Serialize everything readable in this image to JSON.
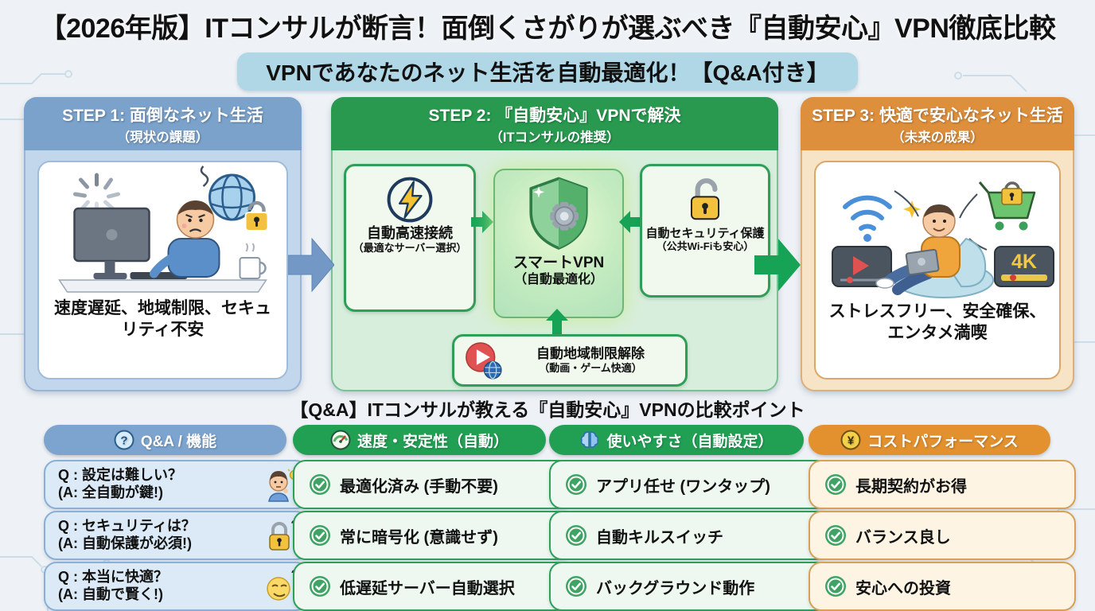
{
  "page": {
    "title": "【2026年版】ITコンサルが断言！面倒くさがりが選ぶべき『自動安心』VPN徹底比較",
    "subtitle": "VPNであなたのネット生活を自動最適化！【Q&A付き】"
  },
  "colors": {
    "step1_header": "#7BA2CB",
    "step1_body": "#C2D7EB",
    "step2_header": "#28994F",
    "step2_body": "#D8EEDD",
    "step3_header": "#DD8F3C",
    "step3_body": "#F7E4C6",
    "arrow_blue": "#7498C5",
    "arrow_green": "#17A356",
    "qa_header_blue": "#7CA4CE",
    "qa_header_green": "#21A054",
    "qa_header_orange": "#E2912E",
    "check_green": "#3FA463",
    "subtitle_bg": "#B0D7E6"
  },
  "steps": [
    {
      "header_line1": "STEP 1: 面倒なネット生活",
      "header_line2": "（現状の課題）",
      "caption": "速度遅延、地域制限、セキュリティ不安",
      "illustration": "frustrated-user-slow-internet"
    },
    {
      "header_line1": "STEP 2: 『自動安心』VPNで解決",
      "header_line2": "（ITコンサルの推奨）",
      "nodes": {
        "speed": {
          "icon": "lightning-icon",
          "title": "自動高速接続",
          "sub": "（最適なサーバー選択）"
        },
        "core": {
          "icon": "shield-gear-icon",
          "title": "スマートVPN",
          "sub": "（自動最適化）"
        },
        "security": {
          "icon": "open-padlock-icon",
          "title": "自動セキュリティ保護",
          "sub": "（公共Wi-Fiも安心）"
        },
        "region": {
          "icon": "play-globe-icon",
          "title": "自動地域制限解除",
          "sub": "（動画・ゲーム快適）"
        }
      }
    },
    {
      "header_line1": "STEP 3: 快適で安心なネット生活",
      "header_line2": "（未来の成果）",
      "caption": "ストレスフリー、安全確保、エンタメ満喫",
      "illustration": "relaxed-user-enjoying-net"
    }
  ],
  "qa": {
    "title": "【Q&A】ITコンサルが教える『自動安心』VPNの比較ポイント",
    "columns": [
      {
        "theme": "blue",
        "icon": "question-icon",
        "header": "Q&A / 機能",
        "rows": [
          {
            "icon": "thinking-person-idea-icon",
            "line1": "Q : 設定は難しい？",
            "line2": "(A: 全自動が鍵!)"
          },
          {
            "icon": "padlock-question-icon",
            "line1": "Q : セキュリティは？",
            "line2": "(A: 自動保護が必須!)"
          },
          {
            "icon": "smirk-question-icon",
            "line1": "Q : 本当に快適？",
            "line2": "(A: 自動で賢く!)"
          }
        ]
      },
      {
        "theme": "green",
        "icon": "speedometer-icon",
        "header": "速度・安定性（自動）",
        "rows": [
          {
            "icon": "check-icon",
            "text": "最適化済み (手動不要)"
          },
          {
            "icon": "check-icon",
            "text": "常に暗号化 (意識せず)"
          },
          {
            "icon": "check-icon",
            "text": "低遅延サーバー自動選択"
          }
        ]
      },
      {
        "theme": "green",
        "icon": "brain-icon",
        "header": "使いやすさ（自動設定）",
        "rows": [
          {
            "icon": "check-icon",
            "text": "アプリ任せ (ワンタップ)"
          },
          {
            "icon": "check-icon",
            "text": "自動キルスイッチ"
          },
          {
            "icon": "check-icon",
            "text": "バックグラウンド動作"
          }
        ]
      },
      {
        "theme": "orange",
        "icon": "yen-icon",
        "header": "コストパフォーマンス",
        "rows": [
          {
            "icon": "check-icon",
            "text": "長期契約がお得"
          },
          {
            "icon": "check-icon",
            "text": "バランス良し"
          },
          {
            "icon": "check-icon",
            "text": "安心への投資"
          }
        ]
      }
    ]
  }
}
